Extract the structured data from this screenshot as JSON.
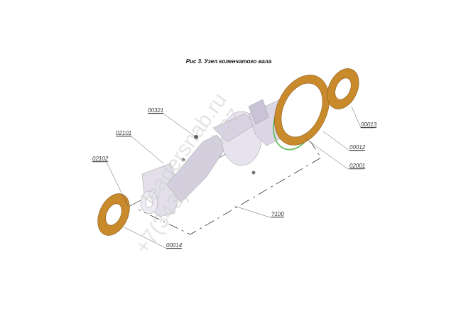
{
  "title": "Рис 3. Узел коленчатого вала",
  "callouts": {
    "c00321": "00321",
    "c02101": "02101",
    "c02102": "02102",
    "c00014": "00014",
    "c2100": "?100",
    "c02001": "02001",
    "c00012": "00012",
    "c00013": "00013"
  },
  "watermark": {
    "site": "leadersnab.ru",
    "phone": "+7(343)289-74-27"
  },
  "colors": {
    "bearing": "#c98a2c",
    "seal": "#6fbf6a",
    "shaft": "#d9d4e3"
  }
}
